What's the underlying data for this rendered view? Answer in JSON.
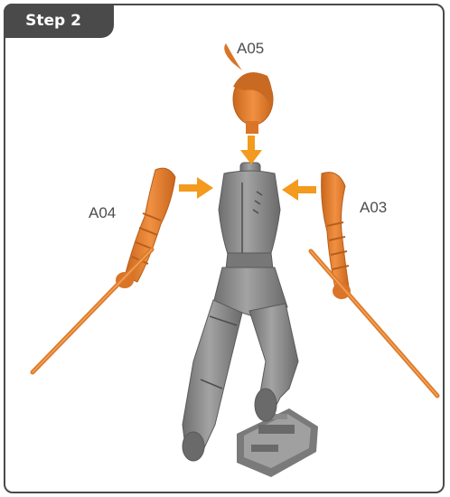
{
  "step": {
    "label": "Step 2"
  },
  "parts": [
    {
      "id": "A05",
      "label": "A05"
    },
    {
      "id": "A04",
      "label": "A04"
    },
    {
      "id": "A03",
      "label": "A03"
    }
  ],
  "colors": {
    "part": "#e8842e",
    "body": "#8c8c8c",
    "arrow": "#f39a1f",
    "frame": "#4a4a4a"
  }
}
